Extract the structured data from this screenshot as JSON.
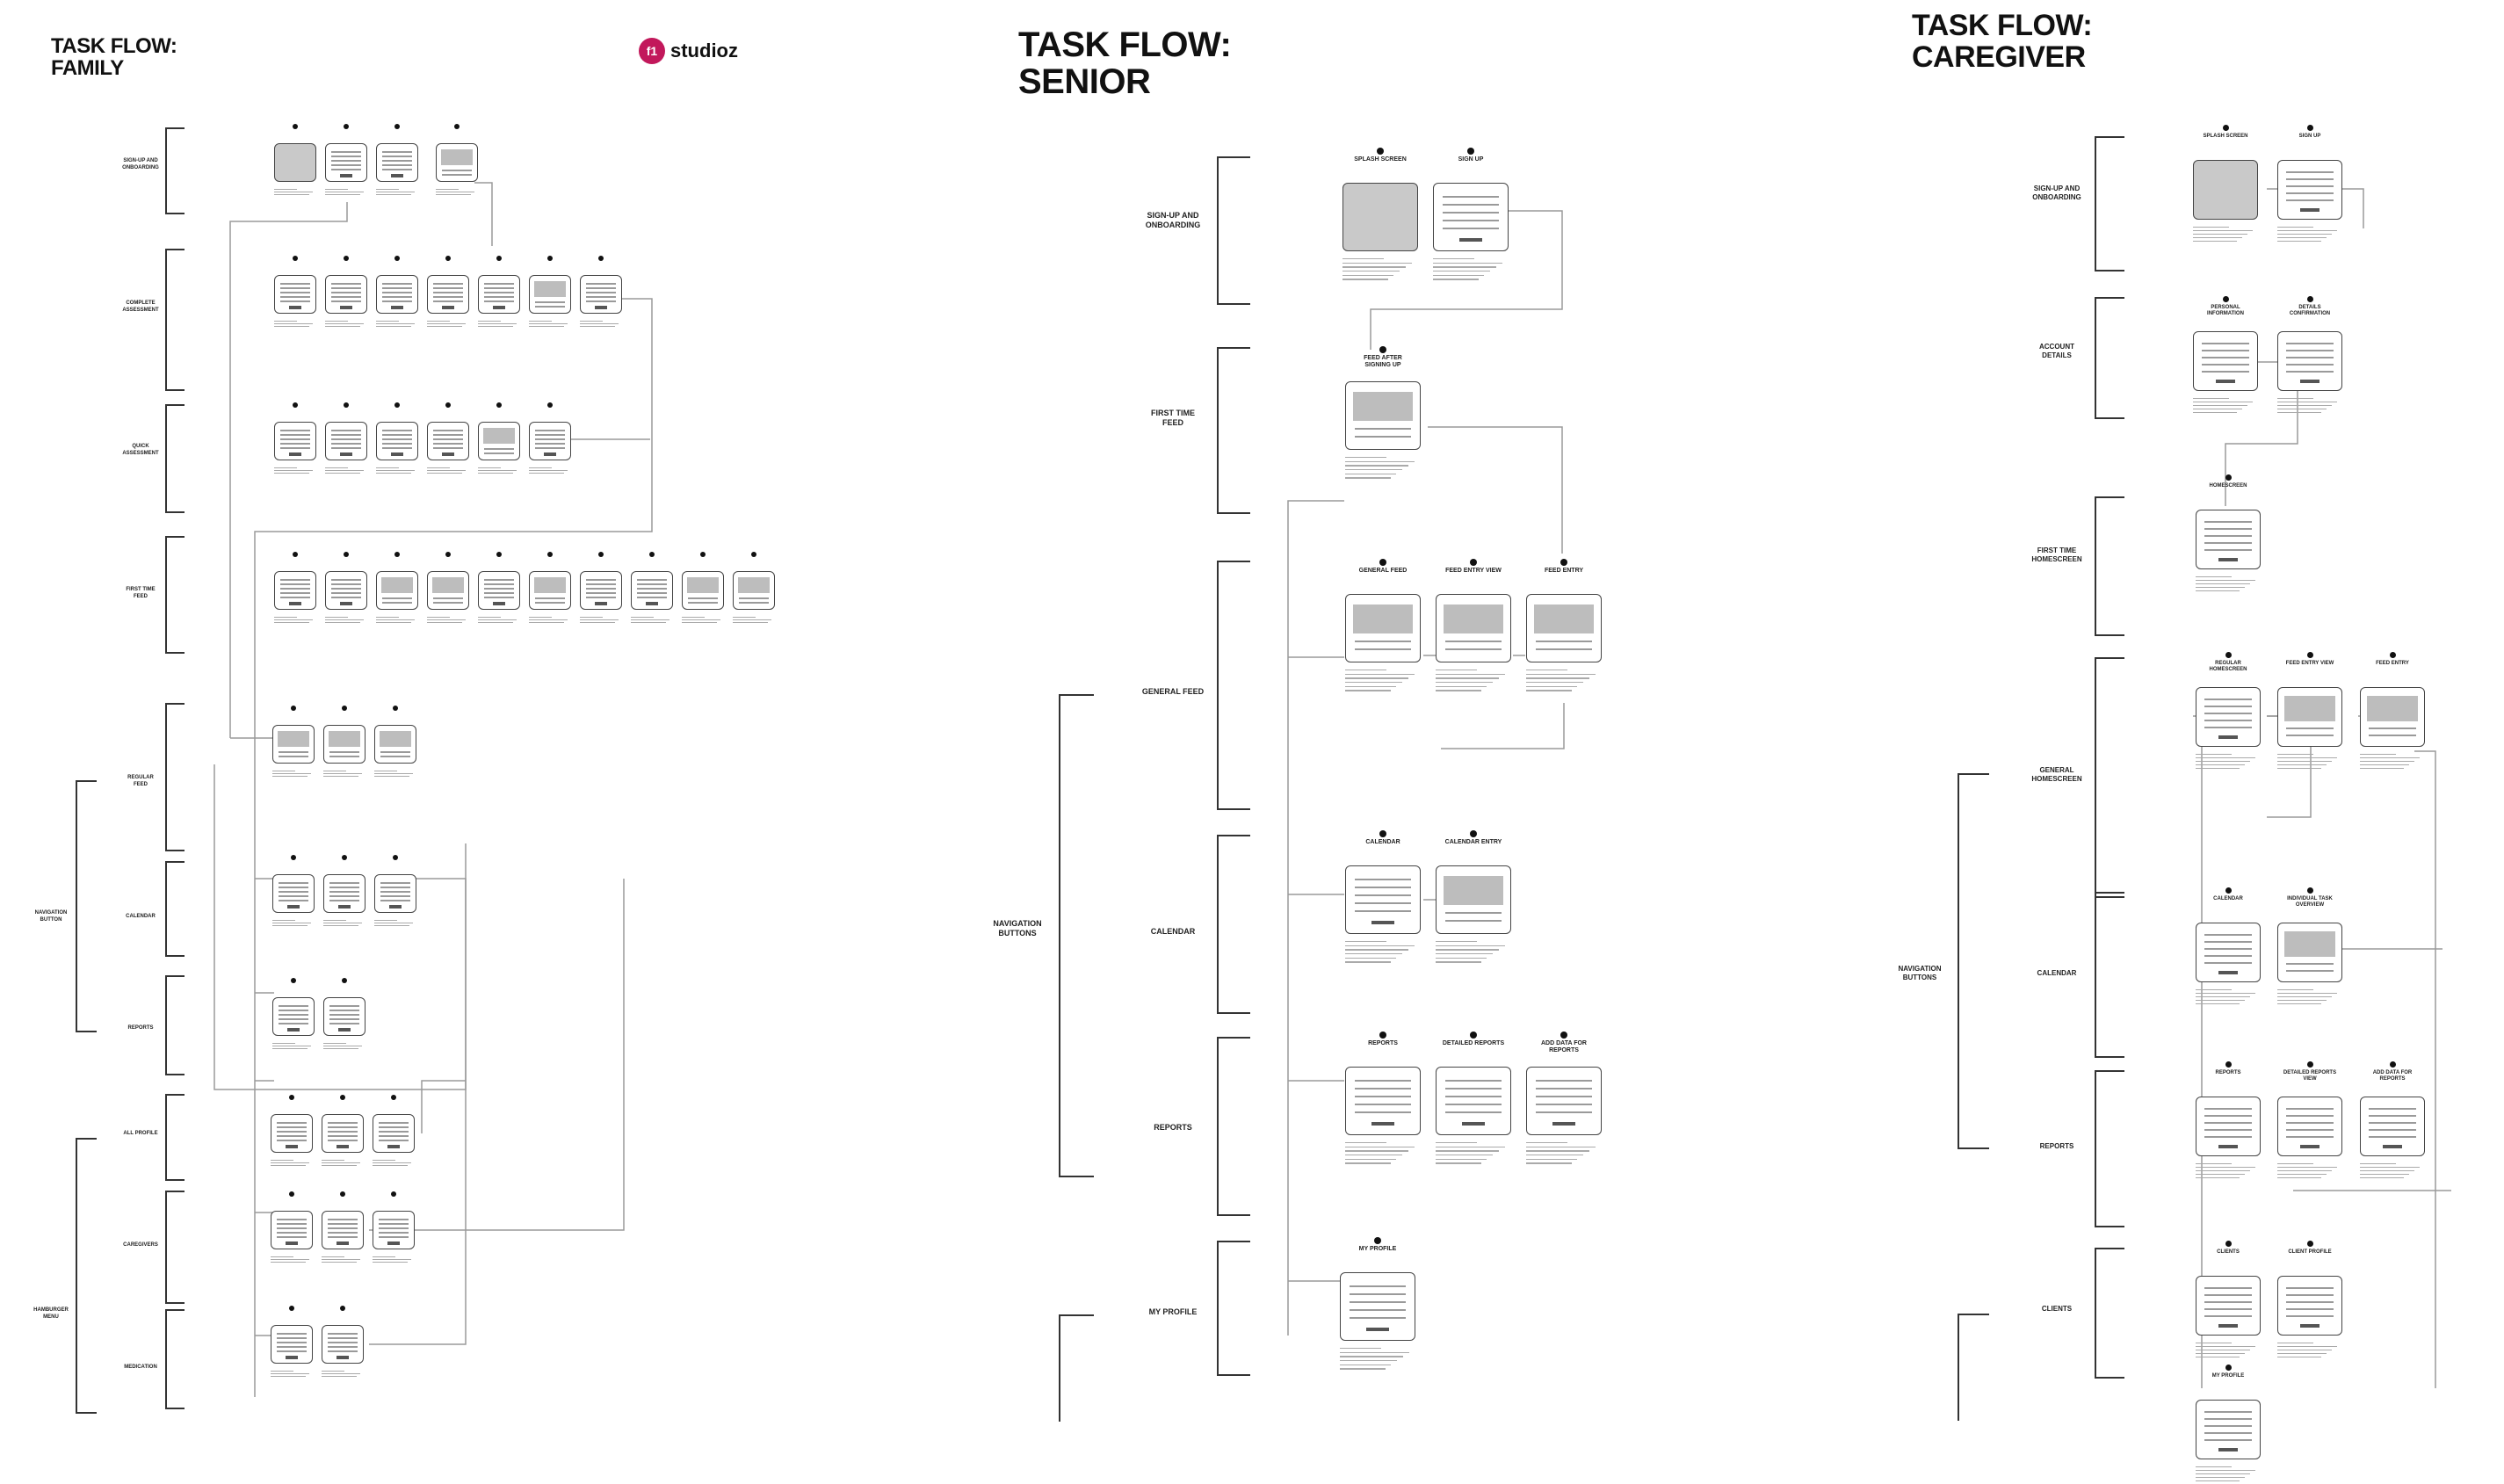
{
  "titles": {
    "family": "TASK FLOW:\nFAMILY",
    "senior": "TASK FLOW:\nSENIOR",
    "caregiver": "TASK FLOW:\nCAREGIVER"
  },
  "logo": {
    "mark": "f1",
    "text": "studioz"
  },
  "senior": {
    "sections": [
      {
        "label": "SIGN-UP AND\nONBOARDING"
      },
      {
        "label": "FIRST TIME\nFEED"
      },
      {
        "label": "GENERAL FEED"
      },
      {
        "label": "CALENDAR"
      },
      {
        "label": "REPORTS"
      },
      {
        "label": "MY PROFILE"
      },
      {
        "label": "NAVIGATION\nBUTTONS"
      }
    ],
    "screens": [
      {
        "label": "SPLASH SCREEN"
      },
      {
        "label": "SIGN UP"
      },
      {
        "label": "FEED AFTER\nSIGNING UP"
      },
      {
        "label": "GENERAL FEED"
      },
      {
        "label": "FEED ENTRY VIEW"
      },
      {
        "label": "FEED ENTRY"
      },
      {
        "label": "CALENDAR"
      },
      {
        "label": "CALENDAR ENTRY"
      },
      {
        "label": "REPORTS"
      },
      {
        "label": "DETAILED REPORTS"
      },
      {
        "label": "ADD DATA FOR\nREPORTS"
      },
      {
        "label": "MY PROFILE"
      }
    ]
  },
  "caregiver": {
    "sections": [
      {
        "label": "SIGN-UP AND\nONBOARDING"
      },
      {
        "label": "ACCOUNT\nDETAILS"
      },
      {
        "label": "FIRST TIME\nHOMESCREEN"
      },
      {
        "label": "GENERAL\nHOMESCREEN"
      },
      {
        "label": "CALENDAR"
      },
      {
        "label": "REPORTS"
      },
      {
        "label": "CLIENTS"
      },
      {
        "label": "NAVIGATION\nBUTTONS"
      }
    ],
    "screens": [
      {
        "label": "SPLASH SCREEN"
      },
      {
        "label": "SIGN UP"
      },
      {
        "label": "PERSONAL\nINFORMATION"
      },
      {
        "label": "DETAILS\nCONFIRMATION"
      },
      {
        "label": "HOMESCREEN"
      },
      {
        "label": "REGULAR\nHOMESCREEN"
      },
      {
        "label": "FEED ENTRY VIEW"
      },
      {
        "label": "FEED ENTRY"
      },
      {
        "label": "CALENDAR"
      },
      {
        "label": "INDIVIDUAL TASK\nOVERVIEW"
      },
      {
        "label": "REPORTS"
      },
      {
        "label": "DETAILED REPORTS\nVIEW"
      },
      {
        "label": "ADD DATA FOR\nREPORTS"
      },
      {
        "label": "CLIENTS"
      },
      {
        "label": "CLIENT PROFILE"
      },
      {
        "label": "MY PROFILE"
      }
    ]
  },
  "family": {
    "sections": [
      {
        "label": "SIGN-UP AND\nONBOARDING"
      },
      {
        "label": "COMPLETE\nASSESSMENT"
      },
      {
        "label": "QUICK\nASSESSMENT"
      },
      {
        "label": "FIRST TIME\nFEED"
      },
      {
        "label": "REGULAR FEED"
      },
      {
        "label": "CALENDAR"
      },
      {
        "label": "REPORTS"
      },
      {
        "label": "ALL PROFILE"
      },
      {
        "label": "CAREGIVERS"
      },
      {
        "label": "MEDICATION"
      },
      {
        "label": "NAVIGATION\nBUTTON"
      },
      {
        "label": "HAMBURGER\nMENU"
      }
    ]
  }
}
